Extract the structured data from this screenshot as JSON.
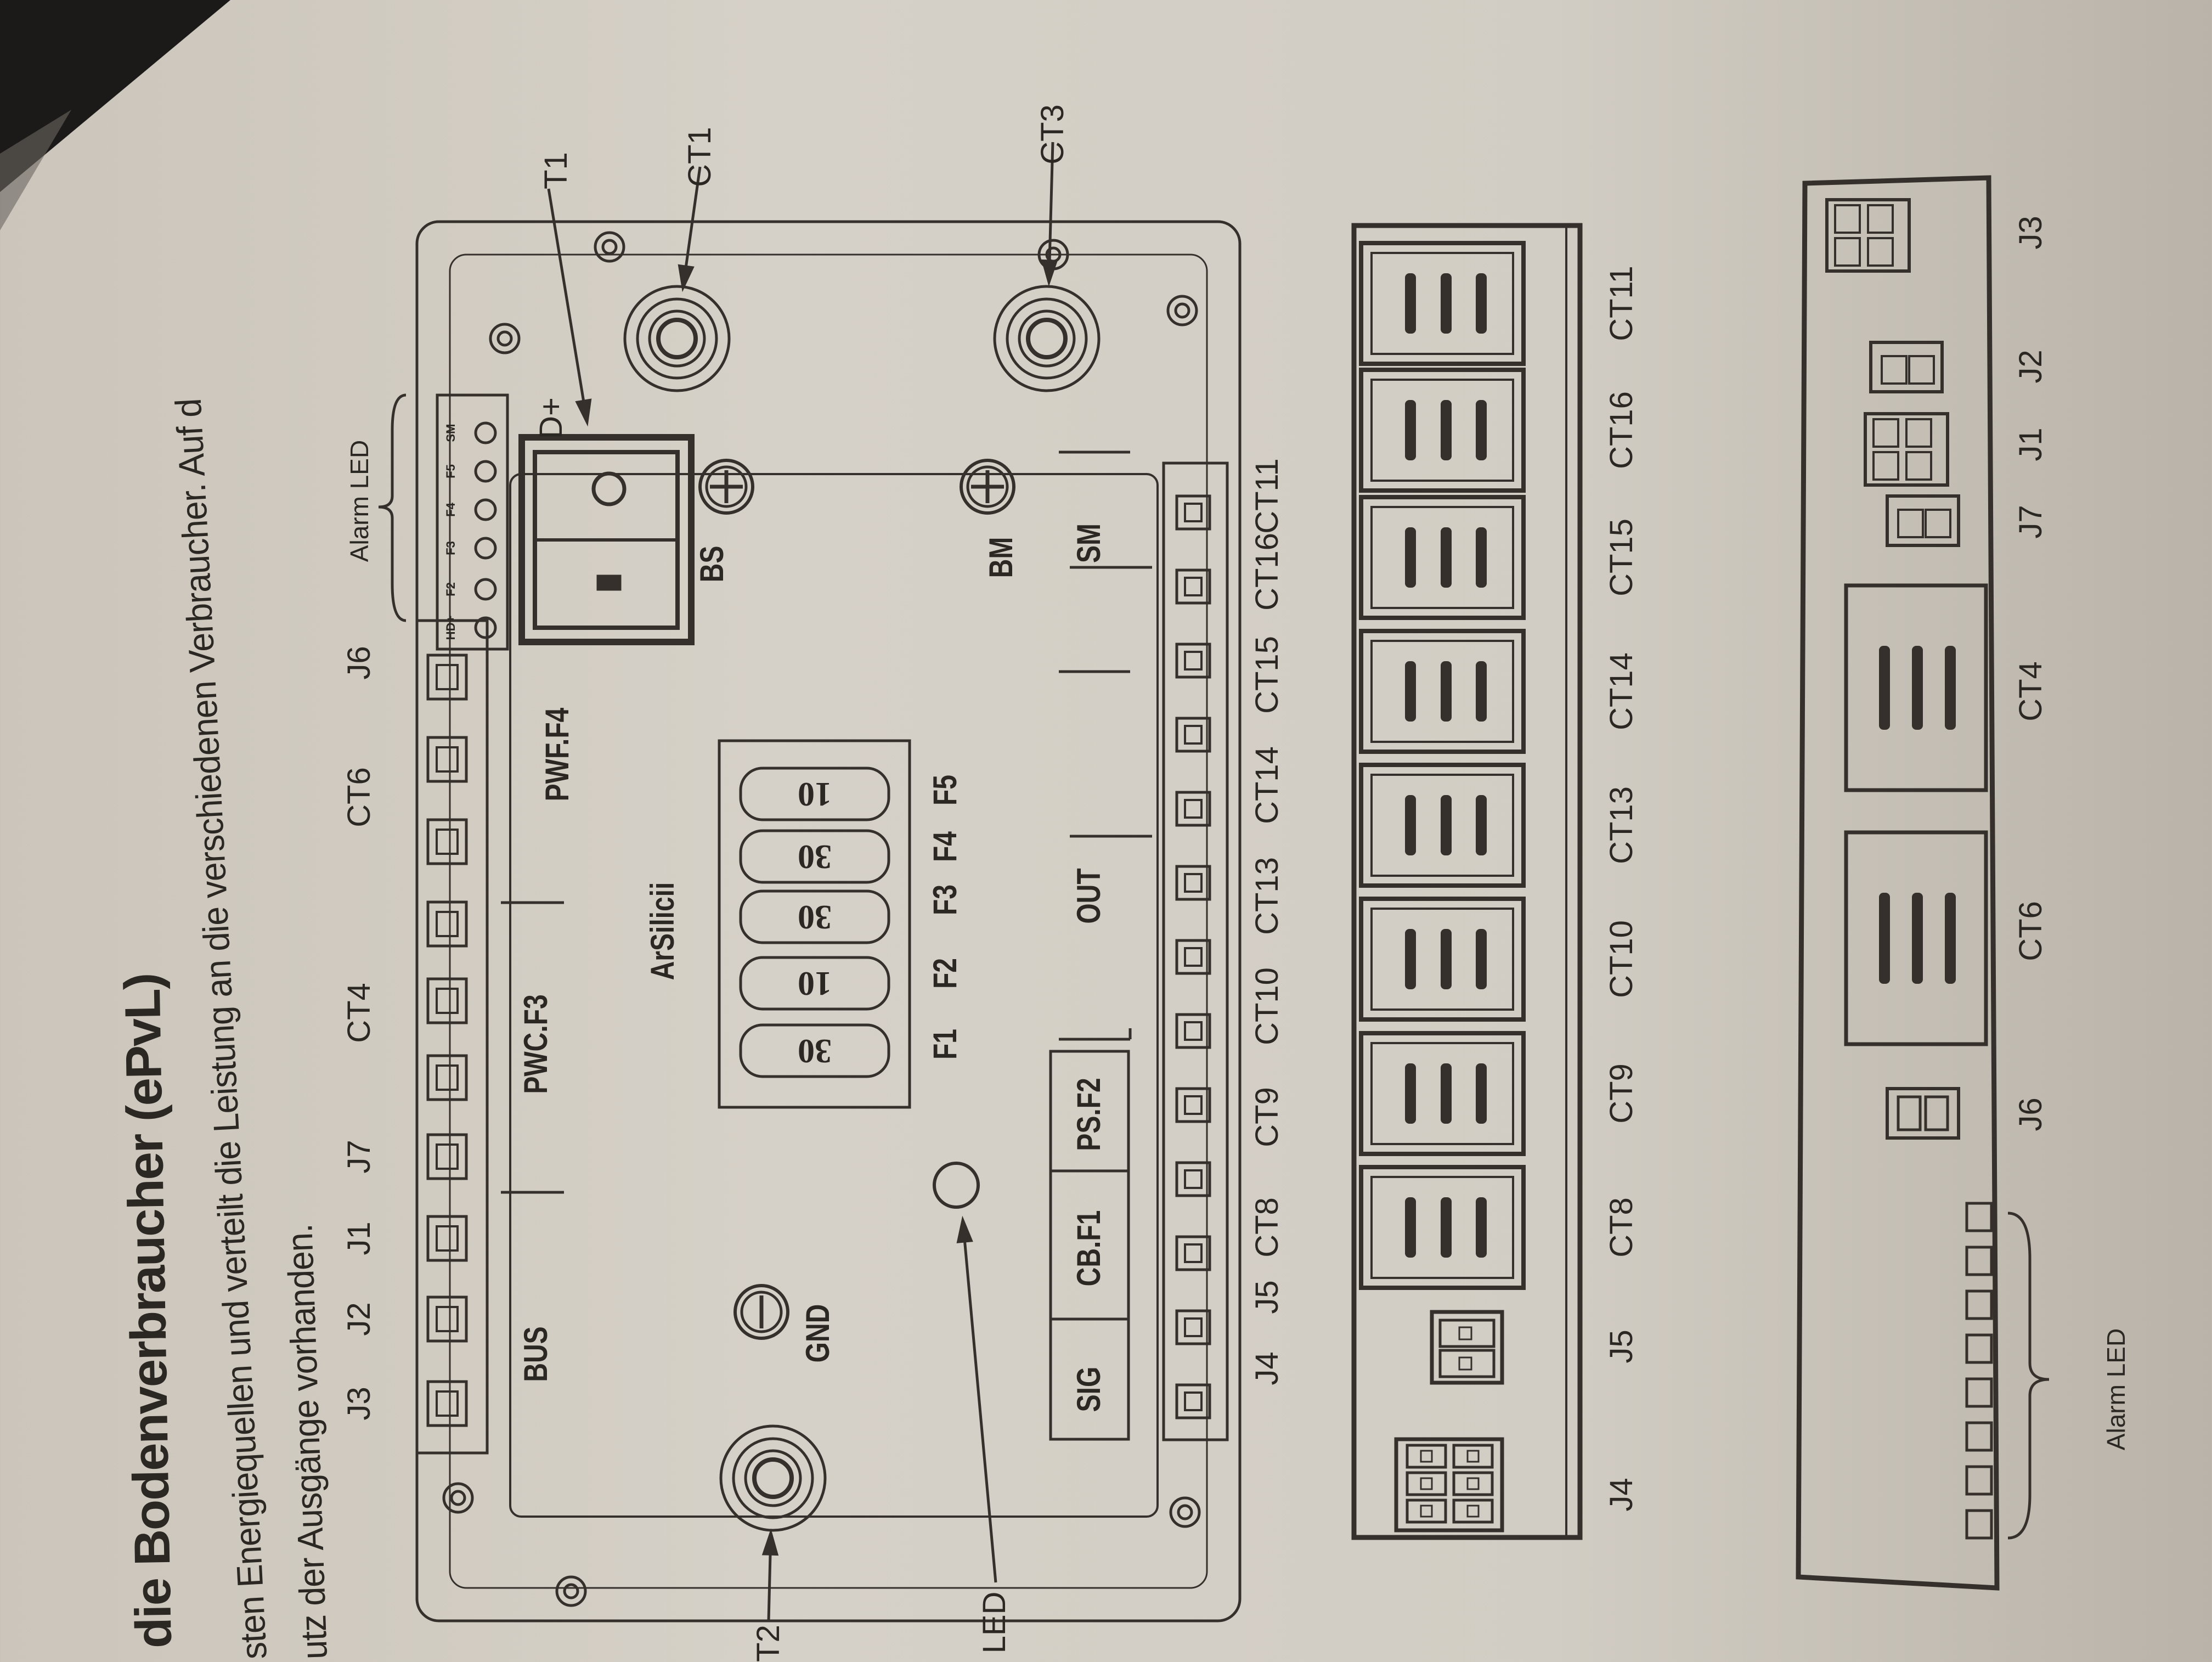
{
  "document": {
    "title": "die Bodenverbraucher (ePvL)",
    "body_lines": [
      "sten Energiequellen und verteilt die Leistung an die verschiedenen Verbraucher. Auf d",
      "utz der Ausgänge vorhanden."
    ]
  },
  "main_board": {
    "top_labels": [
      "J3",
      "J2",
      "J1",
      "J7",
      "CT4",
      "CT6",
      "J6",
      "Alarm LED"
    ],
    "alarm_leds": [
      "HD+",
      "F2",
      "F3",
      "F4",
      "F5",
      "SM"
    ],
    "switch_label": "D+",
    "callouts": {
      "t1": "T1",
      "ct1": "CT1",
      "ct3": "CT3",
      "t2": "T2",
      "led": "LED"
    },
    "section_labels": {
      "bus": "BUS",
      "pwc": "PWC.F3",
      "pwf": "PWF.F4",
      "brand": "ArSilicii",
      "bs": "BS",
      "bm": "BM",
      "gnd": "GND"
    },
    "fuses": [
      {
        "name": "F1",
        "rating": "30"
      },
      {
        "name": "F2",
        "rating": "10"
      },
      {
        "name": "F3",
        "rating": "30"
      },
      {
        "name": "F4",
        "rating": "30"
      },
      {
        "name": "F5",
        "rating": "10"
      }
    ],
    "output_labels": [
      "SIG",
      "CB.F1",
      "PS.F2",
      "OUT",
      "SM"
    ],
    "bottom_labels": [
      "J4",
      "J5",
      "CT8",
      "CT9",
      "CT10",
      "CT13",
      "CT14",
      "CT15",
      "CT16",
      "CT11"
    ]
  },
  "relay_strip": {
    "labels": [
      "J4",
      "J5",
      "CT8",
      "CT9",
      "CT10",
      "CT13",
      "CT14",
      "CT15",
      "CT16",
      "CT11"
    ]
  },
  "connector_strip": {
    "labels": [
      "J6",
      "CT6",
      "CT4",
      "J7",
      "J1",
      "J2",
      "J3"
    ],
    "alarm_label": "Alarm LED"
  },
  "colors": {
    "paper": "#d3cec5",
    "ink": "#2b2723"
  }
}
